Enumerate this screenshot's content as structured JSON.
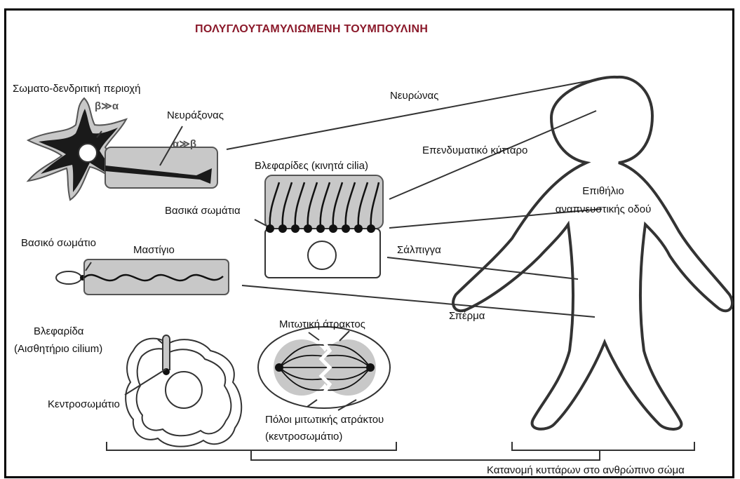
{
  "title": "ΠΟΛΥΓΛΟΥΤΑΜΥΛΙΩΜΕΝΗ ΤΟΥΜΠΟΥΛΙΝΗ",
  "labels": {
    "somatodendritic": "Σωματο-δενδριτική περιοχή",
    "ratio_soma": "β≫α",
    "axon": "Νευράξονας",
    "ratio_axon": "α≫β",
    "neuron": "Νευρώνας",
    "ependymal": "Επενδυματικό κύτταρο",
    "cilia_motile": "Βλεφαρίδες (κινητά cilia)",
    "basal_bodies": "Βασικά σωμάτια",
    "airway_line1": "Επιθήλιο",
    "airway_line2": "αναπνευστικής οδού",
    "basal_body": "Βασικό σωμάτιο",
    "flagellum": "Μαστίγιο",
    "fallopian": "Σάλπιγγα",
    "sperm": "Σπέρμα",
    "primary_cilium_line1": "Βλεφαρίδα",
    "primary_cilium_line2": "(Αισθητήριο cilium)",
    "centrosome": "Κεντροσωμάτιο",
    "mitotic_spindle": "Μιτωτική άτρακτος",
    "spindle_poles_line1": "Πόλοι μιτωτικής ατράκτου",
    "spindle_poles_line2": "(κεντροσωμάτιο)",
    "distribution": "Κατανομή κυττάρων στο ανθρώπινο σώμα"
  },
  "colors": {
    "title": "#8b1a2b",
    "shade": "#c8c8c8",
    "ink": "#111111"
  }
}
